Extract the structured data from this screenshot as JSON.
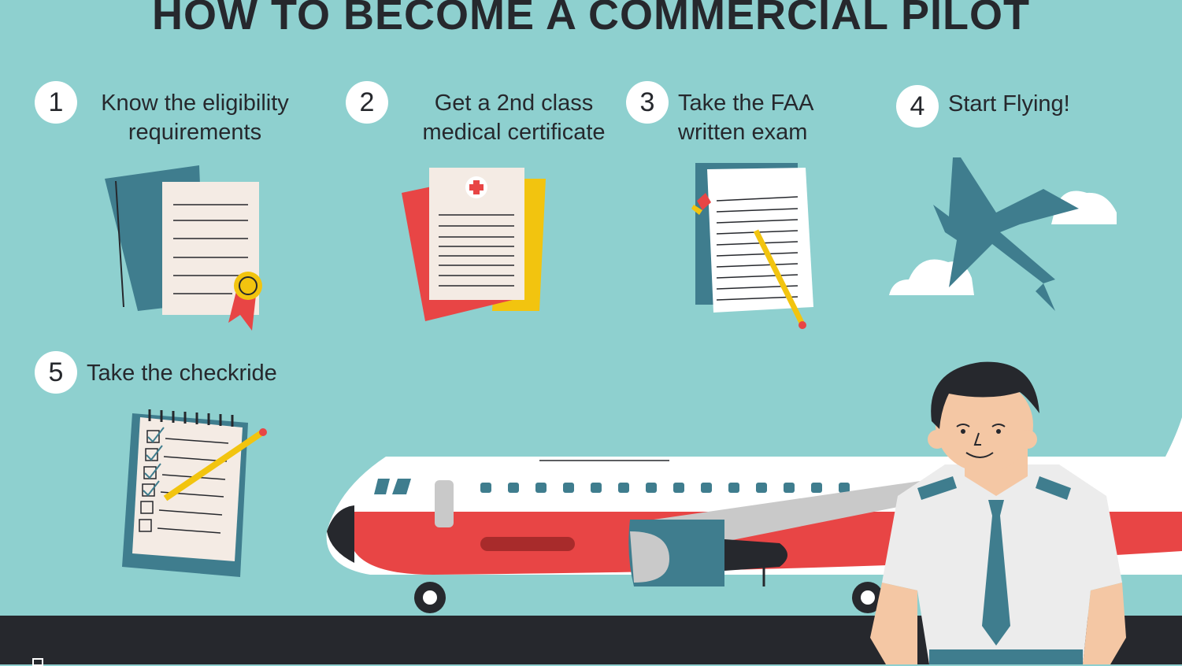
{
  "title": "HOW TO BECOME A COMMERCIAL PILOT",
  "steps": [
    {
      "number": "1",
      "label": "Know the eligibility requirements"
    },
    {
      "number": "2",
      "label": "Get a 2nd class medical certificate"
    },
    {
      "number": "3",
      "label": "Take the FAA written exam"
    },
    {
      "number": "4",
      "label": "Start Flying!"
    },
    {
      "number": "5",
      "label": "Take the checkride"
    }
  ],
  "colors": {
    "background": "#8ed0cf",
    "ground": "#26282d",
    "teal": "#3f7d8e",
    "red": "#e84545",
    "yellow": "#f2c40f"
  }
}
